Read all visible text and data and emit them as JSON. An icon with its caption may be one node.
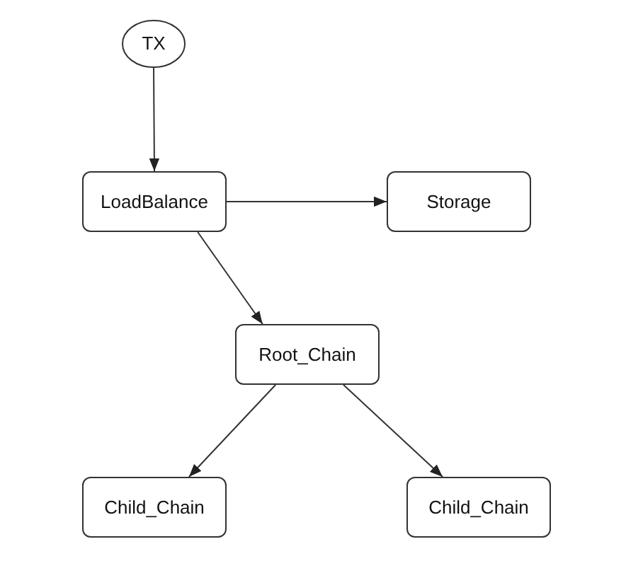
{
  "diagram": {
    "nodes": [
      {
        "text": [
          "TX"
        ]
      },
      {
        "text": [
          "LoadBalance"
        ]
      },
      {
        "text": [
          "Storage"
        ]
      },
      {
        "text": [
          "Root_Chain"
        ]
      },
      {
        "text": [
          "Child_Chain"
        ]
      },
      {
        "text": [
          "Child_Chain"
        ]
      }
    ],
    "edges": [
      {
        "from": 0,
        "to": 1,
        "arrow": "to"
      },
      {
        "from": 1,
        "to": 2,
        "arrow": "to"
      },
      {
        "from": 1,
        "to": 3,
        "arrow": "to"
      },
      {
        "from": 3,
        "to": 4,
        "arrow": "to"
      },
      {
        "from": 3,
        "to": 5,
        "arrow": "to"
      }
    ]
  }
}
